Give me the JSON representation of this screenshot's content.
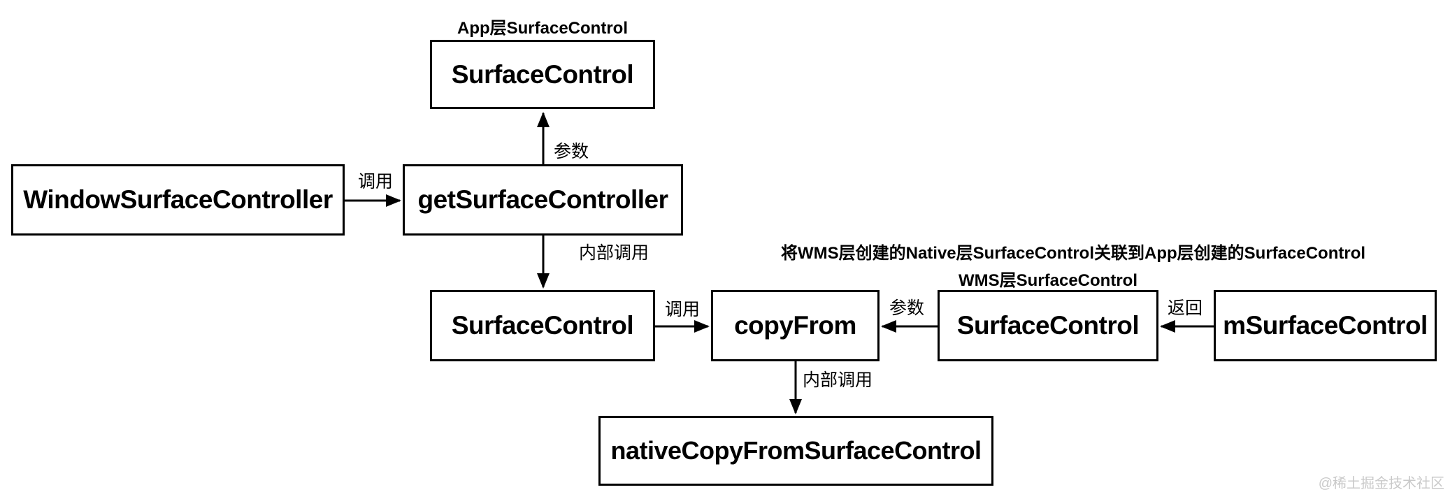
{
  "diagram": {
    "annotations": {
      "app_layer": "App层SurfaceControl",
      "wms_layer": "WMS层SurfaceControl",
      "note": "将WMS层创建的Native层SurfaceControl关联到App层创建的SurfaceControl"
    },
    "nodes": {
      "app_surface_control": "SurfaceControl",
      "window_surface_controller": "WindowSurfaceController",
      "get_surface_controller": "getSurfaceController",
      "inner_surface_control": "SurfaceControl",
      "copy_from": "copyFrom",
      "wms_surface_control": "SurfaceControl",
      "m_surface_control": "mSurfaceControl",
      "native_copy_from_surface_control": "nativeCopyFromSurfaceControl"
    },
    "edge_labels": {
      "call_1": "调用",
      "param_1": "参数",
      "internal_call_1": "内部调用",
      "call_2": "调用",
      "param_2": "参数",
      "return_1": "返回",
      "internal_call_2": "内部调用"
    },
    "edges": [
      {
        "from": "window_surface_controller",
        "to": "get_surface_controller",
        "label": "调用"
      },
      {
        "from": "get_surface_controller",
        "to": "app_surface_control",
        "label": "参数"
      },
      {
        "from": "get_surface_controller",
        "to": "inner_surface_control",
        "label": "内部调用"
      },
      {
        "from": "inner_surface_control",
        "to": "copy_from",
        "label": "调用"
      },
      {
        "from": "wms_surface_control",
        "to": "copy_from",
        "label": "参数"
      },
      {
        "from": "m_surface_control",
        "to": "wms_surface_control",
        "label": "返回"
      },
      {
        "from": "copy_from",
        "to": "native_copy_from_surface_control",
        "label": "内部调用"
      }
    ],
    "watermark": "@稀土掘金技术社区",
    "colors": {
      "background": "#ffffff",
      "stroke": "#000000",
      "text": "#000000",
      "watermark": "#c9c9c9"
    }
  }
}
